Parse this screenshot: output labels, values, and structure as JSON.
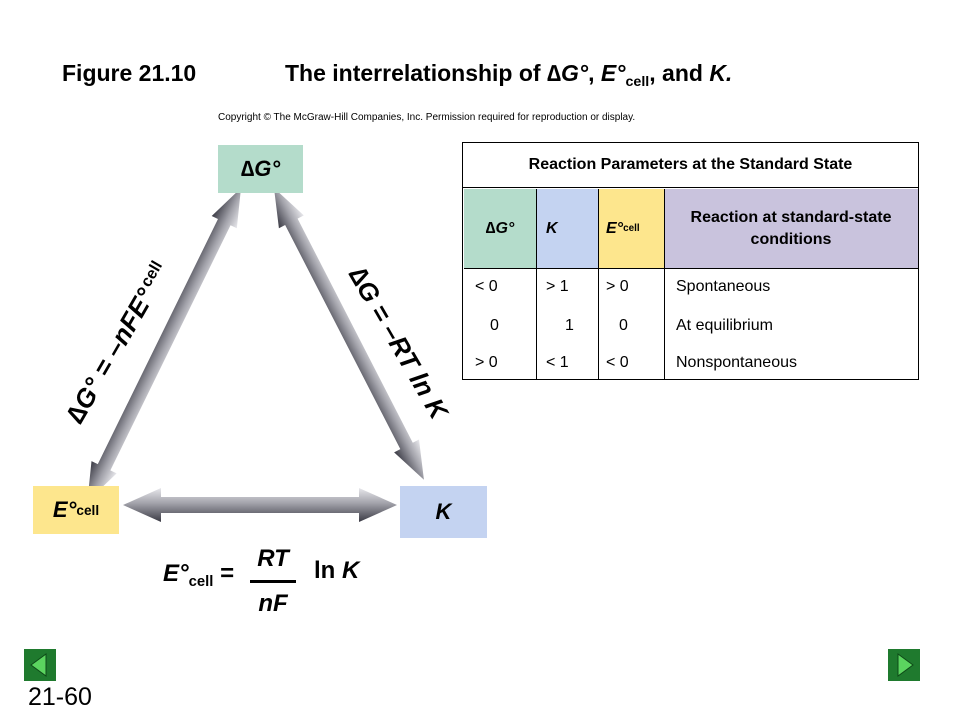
{
  "header": {
    "figure_label": "Figure 21.10",
    "title_prefix": "The interrelationship of ",
    "title_dg": "∆G°",
    "title_sep1": ", ",
    "title_e": "E°",
    "title_cell": "cell",
    "title_sep2": ", and ",
    "title_k": "K.",
    "copyright": "Copyright © The McGraw-Hill Companies, Inc. Permission required for reproduction or display."
  },
  "diagram": {
    "box_g": "∆G°",
    "box_e": "E°",
    "box_e_sub": "cell",
    "box_k": "K",
    "eq_left": "∆G° = –nFE°",
    "eq_left_sub": "cell",
    "eq_right": "∆G = –RT ln K",
    "formula_lhs": "E°",
    "formula_lhs_sub": "cell",
    "formula_eq": " =",
    "formula_num": "RT",
    "formula_den": "nF",
    "formula_ln": "ln ",
    "formula_k": "K"
  },
  "table": {
    "title": "Reaction Parameters at the Standard State",
    "headers": {
      "g": "∆G°",
      "k": "K",
      "e": "E°",
      "e_sub": "cell",
      "reaction": "Reaction at standard-state conditions"
    },
    "rows": [
      {
        "g": "< 0",
        "k": "> 1",
        "e": "> 0",
        "reaction": "Spontaneous"
      },
      {
        "g": "0",
        "k": "1",
        "e": "0",
        "reaction": "At equilibrium"
      },
      {
        "g": "> 0",
        "k": "< 1",
        "e": "< 0",
        "reaction": "Nonspontaneous"
      }
    ]
  },
  "footer": {
    "slide_number": "21-60"
  },
  "nav": {
    "back_color": "#1f7a2e",
    "forward_color": "#1f7a2e"
  }
}
